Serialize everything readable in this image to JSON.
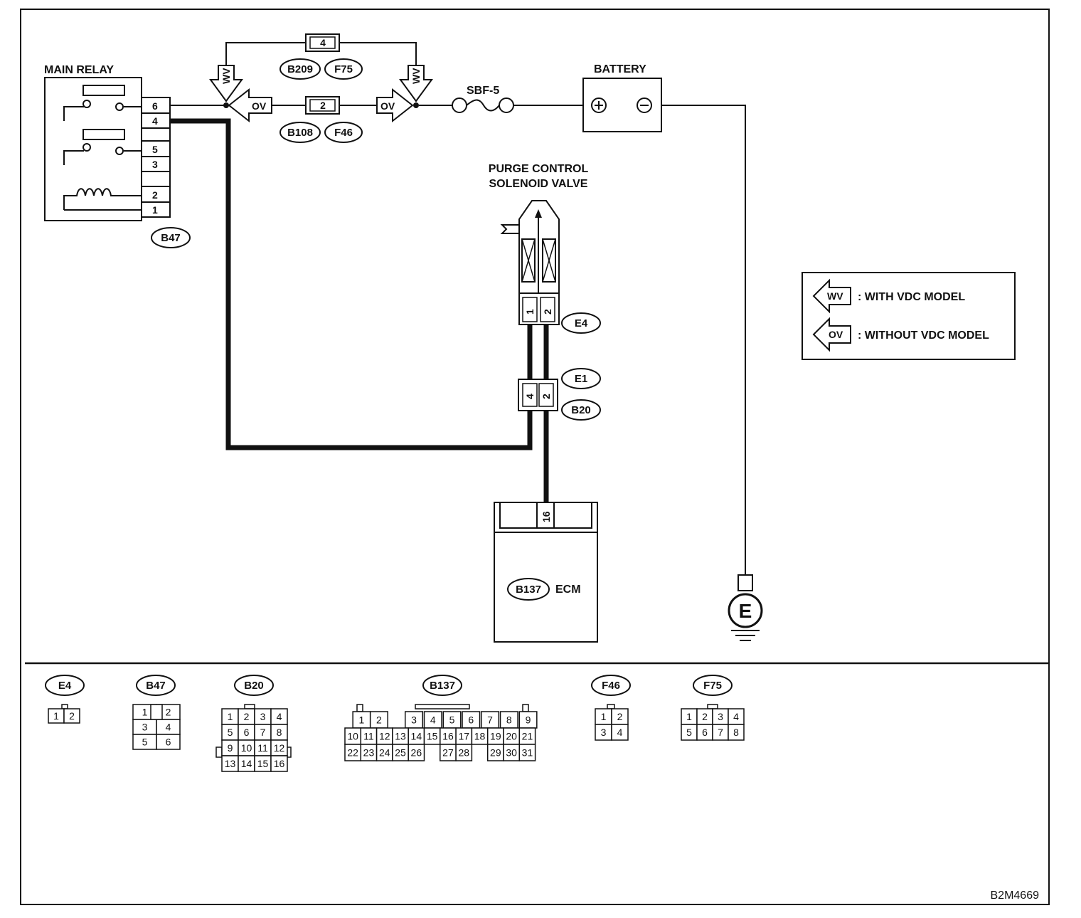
{
  "figure_id": "B2M4669",
  "main_relay": {
    "label": "MAIN RELAY",
    "connector": "B47",
    "pins": [
      "6",
      "4",
      "5",
      "3",
      "2",
      "1"
    ]
  },
  "battery": {
    "label": "BATTERY",
    "plus": "⊕",
    "minus": "⊖"
  },
  "fuse": {
    "label": "SBF-5"
  },
  "vdc_branch": {
    "with_vdc": {
      "arrow_text": "WV",
      "pin": "4",
      "connectors": [
        "B209",
        "F75"
      ]
    },
    "without_vdc": {
      "arrow_text": "OV",
      "pin": "2",
      "connectors": [
        "B108",
        "F46"
      ]
    }
  },
  "purge_valve": {
    "label_line1": "PURGE CONTROL",
    "label_line2": "SOLENOID VALVE",
    "connector": "E4",
    "pins": [
      "1",
      "2"
    ]
  },
  "junction": {
    "connectors": [
      "E1",
      "B20"
    ],
    "pins": [
      "4",
      "2"
    ]
  },
  "ecm": {
    "label": "ECM",
    "connector": "B137",
    "pin": "16"
  },
  "ground": {
    "label": "E"
  },
  "legend": {
    "items": [
      {
        "arrow_text": "WV",
        "text": ": WITH VDC MODEL"
      },
      {
        "arrow_text": "OV",
        "text": ": WITHOUT VDC MODEL"
      }
    ]
  },
  "connector_views": {
    "E4": {
      "name": "E4",
      "rows": [
        [
          "1",
          "2"
        ]
      ]
    },
    "B47": {
      "name": "B47",
      "rows": [
        [
          "1",
          "2"
        ],
        [
          "3",
          "4"
        ],
        [
          "5",
          "6"
        ]
      ]
    },
    "B20": {
      "name": "B20",
      "rows": [
        [
          "1",
          "2",
          "3",
          "4"
        ],
        [
          "5",
          "6",
          "7",
          "8"
        ],
        [
          "9",
          "10",
          "11",
          "12"
        ],
        [
          "13",
          "14",
          "15",
          "16"
        ]
      ]
    },
    "B137": {
      "name": "B137",
      "row1": [
        "1",
        "2",
        "3",
        "4",
        "5",
        "6",
        "7",
        "8",
        "9"
      ],
      "row2": [
        "10",
        "11",
        "12",
        "13",
        "14",
        "15",
        "16",
        "17",
        "18",
        "19",
        "20",
        "21"
      ],
      "row3": [
        "22",
        "23",
        "24",
        "25",
        "26",
        "27",
        "28",
        "29",
        "30",
        "31"
      ]
    },
    "F46": {
      "name": "F46",
      "rows": [
        [
          "1",
          "2"
        ],
        [
          "3",
          "4"
        ]
      ]
    },
    "F75": {
      "name": "F75",
      "rows": [
        [
          "1",
          "2",
          "3",
          "4"
        ],
        [
          "5",
          "6",
          "7",
          "8"
        ]
      ]
    }
  }
}
